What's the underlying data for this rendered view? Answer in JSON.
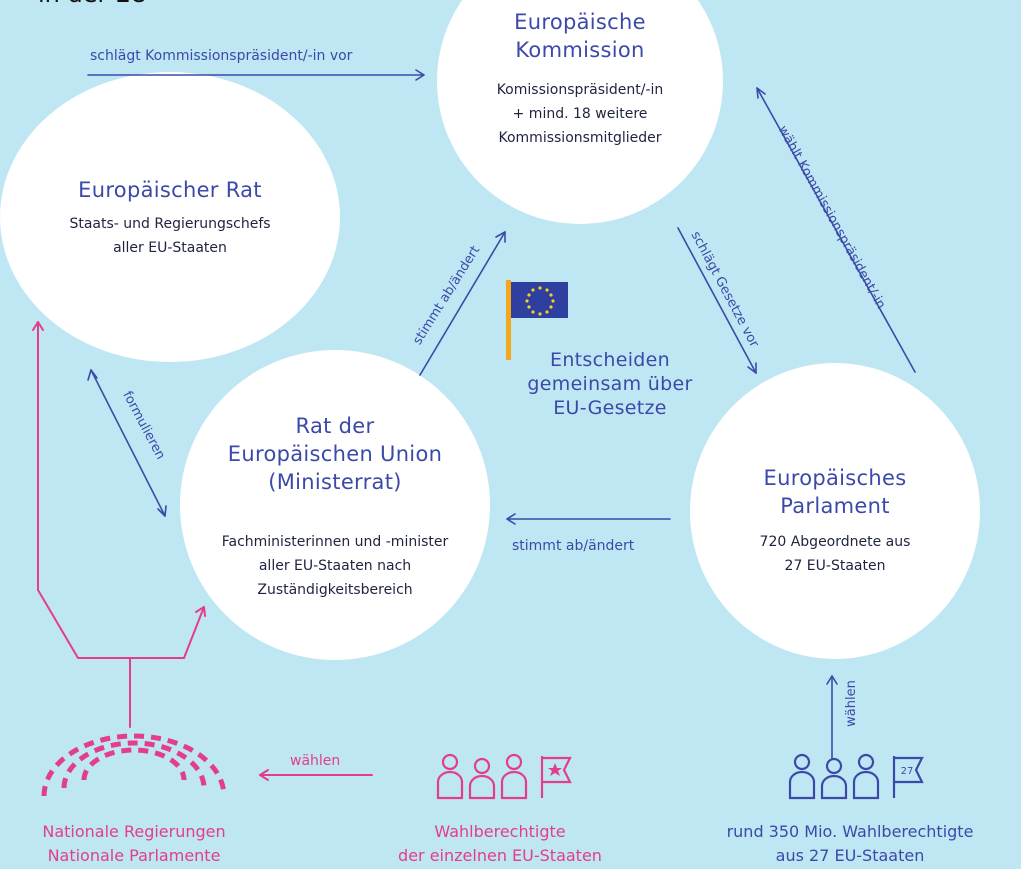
{
  "header_partial": "in der EU",
  "nodes": {
    "commission": {
      "title_1": "Europäische",
      "title_2": "Kommission",
      "line_1": "Komissionspräsident/-in",
      "line_2": "+ mind. 18 weitere",
      "line_3": "Kommissionsmitglieder"
    },
    "council": {
      "title_1": "Europäischer Rat",
      "line_1": "Staats- und Regierungschefs",
      "line_2": "aller EU-Staaten"
    },
    "eu_council": {
      "title_1": "Rat der",
      "title_2": "Europäischen Union",
      "title_3": "(Ministerrat)",
      "line_1": "Fachministerinnen und -minister",
      "line_2": "aller EU-Staaten nach",
      "line_3": "Zuständigkeitsbereich"
    },
    "parliament": {
      "title_1": "Europäisches",
      "title_2": "Parlament",
      "line_1": "720 Abgeordnete aus",
      "line_2": "27 EU-Staaten"
    }
  },
  "center": {
    "line_1": "Entscheiden",
    "line_2": "gemeinsam über",
    "line_3": "EU-Gesetze"
  },
  "edges": {
    "council_to_commission": "schlägt Kommissionspräsident/-in vor",
    "parliament_to_commission": "wählt Kommissionspräsident/-in",
    "commission_to_parliament": "schlägt Gesetze vor",
    "eucouncil_to_commission": "stimmt ab/ändert",
    "council_eucouncil": "formulieren",
    "parliament_to_eucouncil": "stimmt ab/ändert",
    "voters_to_parliament": "wählen",
    "voters_to_national": "wählen"
  },
  "bottom": {
    "national_1": "Nationale Regierungen",
    "national_2": "Nationale Parlamente",
    "national_voters_1": "Wahlberechtigte",
    "national_voters_2": "der einzelnen EU-Staaten",
    "eu_voters_1": "rund 350 Mio. Wahlberechtigte",
    "eu_voters_2": "aus 27 EU-Staaten",
    "flag_number": "27"
  },
  "colors": {
    "background": "#bfe6f3",
    "blue": "#3b4aa8",
    "pink": "#e23e8b",
    "flag": "#2f3fa0",
    "pole": "#f2a81d"
  },
  "icons": [
    "eu-flag-icon",
    "people-icon",
    "star-flag-icon",
    "numbered-flag-icon",
    "parliament-seats-icon"
  ]
}
